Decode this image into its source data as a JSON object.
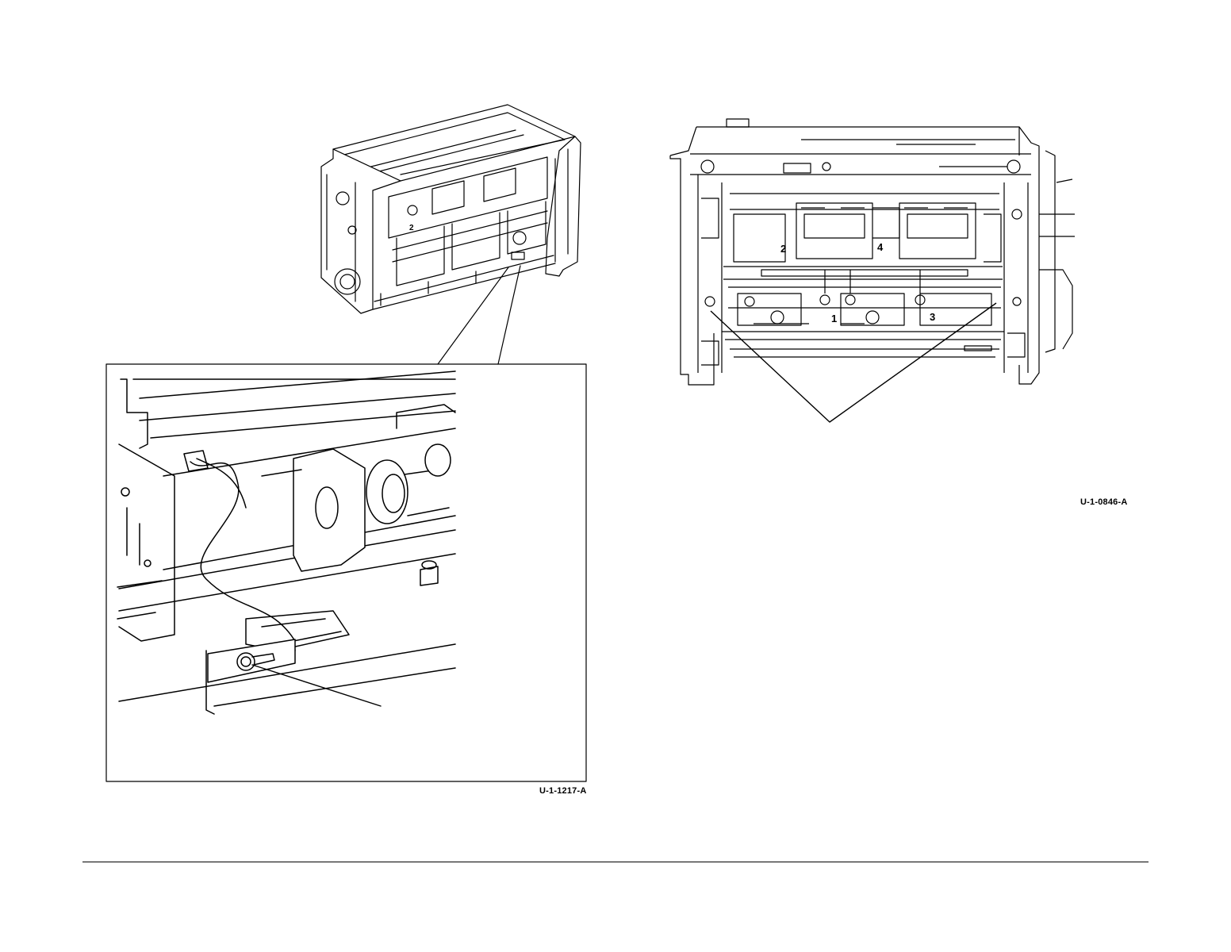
{
  "figure_left": {
    "id_label": "U-1-1217-A",
    "unit_number_labels": [
      "2"
    ]
  },
  "figure_right": {
    "id_label": "U-1-0846-A",
    "unit_number_labels": [
      "2",
      "4",
      "1",
      "3"
    ]
  },
  "colors": {
    "line": "#000000",
    "background": "#ffffff"
  }
}
